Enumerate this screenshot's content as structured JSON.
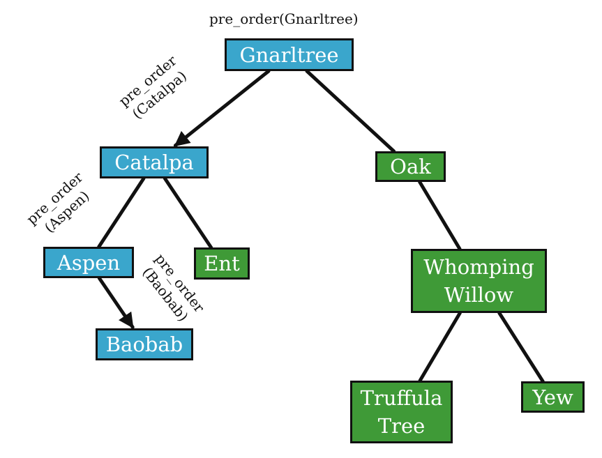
{
  "colors": {
    "visited": "#3aa6cc",
    "unvisited": "#3f9a37",
    "edge": "#111111"
  },
  "nodes": {
    "gnarltree": {
      "lines": [
        "Gnarltree"
      ],
      "state": "visited"
    },
    "catalpa": {
      "lines": [
        "Catalpa"
      ],
      "state": "visited"
    },
    "oak": {
      "lines": [
        "Oak"
      ],
      "state": "unvisited"
    },
    "aspen": {
      "lines": [
        "Aspen"
      ],
      "state": "visited"
    },
    "ent": {
      "lines": [
        "Ent"
      ],
      "state": "unvisited"
    },
    "baobab": {
      "lines": [
        "Baobab"
      ],
      "state": "visited"
    },
    "whomping_willow": {
      "lines": [
        "Whomping",
        "Willow"
      ],
      "state": "unvisited"
    },
    "truffula_tree": {
      "lines": [
        "Truffula",
        "Tree"
      ],
      "state": "unvisited"
    },
    "yew": {
      "lines": [
        "Yew"
      ],
      "state": "unvisited"
    }
  },
  "edges": [
    {
      "from": "gnarltree",
      "to": "catalpa",
      "arrow": true
    },
    {
      "from": "gnarltree",
      "to": "oak",
      "arrow": false
    },
    {
      "from": "catalpa",
      "to": "aspen",
      "arrow": false
    },
    {
      "from": "catalpa",
      "to": "ent",
      "arrow": false
    },
    {
      "from": "aspen",
      "to": "baobab",
      "arrow": true
    },
    {
      "from": "oak",
      "to": "whomping_willow",
      "arrow": false
    },
    {
      "from": "whomping_willow",
      "to": "truffula_tree",
      "arrow": false
    },
    {
      "from": "whomping_willow",
      "to": "yew",
      "arrow": false
    }
  ],
  "call_labels": {
    "gnarltree": {
      "lines": [
        "pre_order(Gnarltree)"
      ]
    },
    "catalpa": {
      "lines": [
        "pre_order",
        "(Catalpa)"
      ]
    },
    "aspen": {
      "lines": [
        "pre_order",
        "(Aspen)"
      ]
    },
    "baobab": {
      "lines": [
        "pre_order",
        "(Baobab)"
      ]
    }
  }
}
